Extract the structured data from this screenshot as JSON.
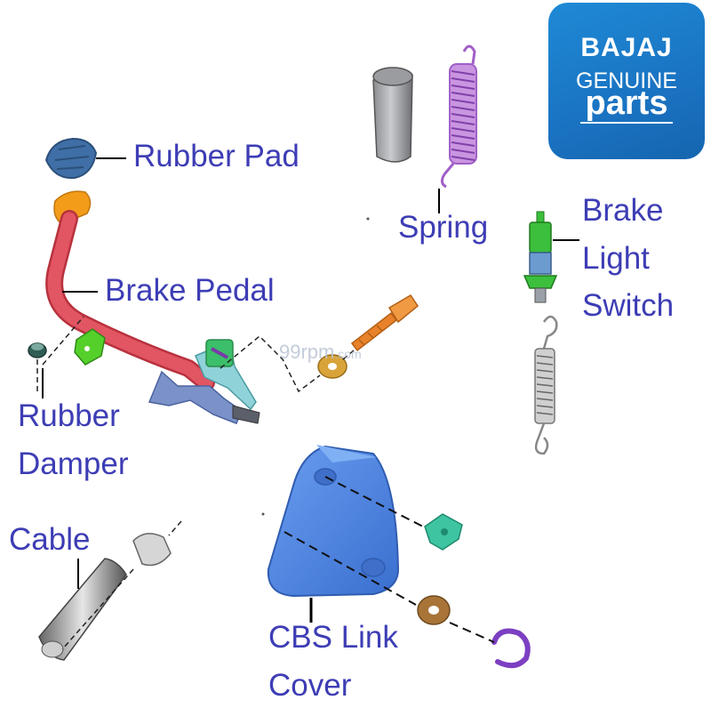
{
  "labels": {
    "rubber_pad": "Rubber Pad",
    "brake_pedal": "Brake Pedal",
    "rubber_damper_line1": "Rubber",
    "rubber_damper_line2": "Damper",
    "cable": "Cable",
    "spring": "Spring",
    "brake_light_switch_line1": "Brake",
    "brake_light_switch_line2": "Light",
    "brake_light_switch_line3": "Switch",
    "cbs_link_cover_line1": "CBS Link",
    "cbs_link_cover_line2": "Cover"
  },
  "logo": {
    "line1": "BAJAJ",
    "line2": "GENUINE",
    "line3": "parts"
  },
  "watermark": {
    "main": "99rpm",
    "suffix": ".com"
  },
  "colors": {
    "label_text": "#3d3db5",
    "logo_bg": "#1a73c2",
    "pedal": "#e25563",
    "pad": "#3f6fa6",
    "cbs_cover": "#4c82e0",
    "spring_purple": "#a15ec7",
    "switch_green": "#3cbf3c",
    "bolt_orange": "#e8822a",
    "washer_brown": "#b07a3a"
  }
}
